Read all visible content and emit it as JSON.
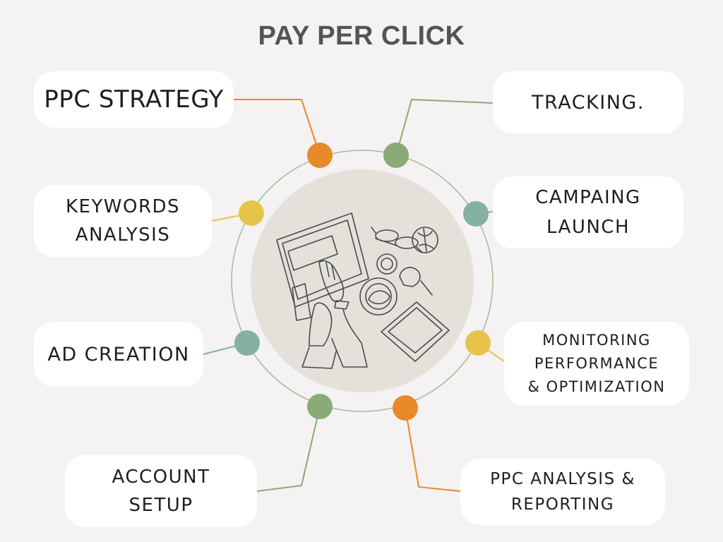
{
  "title": "PAY PER CLICK",
  "steps": [
    {
      "label": "PPC STRATEGY",
      "color": "#e8892a",
      "icon": "orange-dot"
    },
    {
      "label": "TRACKING.",
      "color": "#8aaa78",
      "icon": "green-dot"
    },
    {
      "label": "KEYWORDS\nANALYSIS",
      "color": "#e6c44a",
      "icon": "yellow-dot"
    },
    {
      "label": "CAMPAING\nLAUNCH",
      "color": "#85b0a4",
      "icon": "teal-dot"
    },
    {
      "label": "AD CREATION",
      "color": "#85b0a4",
      "icon": "teal-dot"
    },
    {
      "label": "MONITORING\nPERFORMANCE\n& OPTIMIZATION",
      "color": "#e6c44a",
      "icon": "yellow-dot"
    },
    {
      "label": "ACCOUNT\nSETUP",
      "color": "#8aaa78",
      "icon": "green-dot"
    },
    {
      "label": "PPC ANALYSIS &\nREPORTING",
      "color": "#e8892a",
      "icon": "orange-dot"
    }
  ],
  "center_illustration": "laptop-workspace-line-drawing",
  "colors": {
    "background": "#f4f2f2",
    "center_circle": "#e4e1db",
    "ring": "#a6ba94",
    "title": "#545454"
  }
}
